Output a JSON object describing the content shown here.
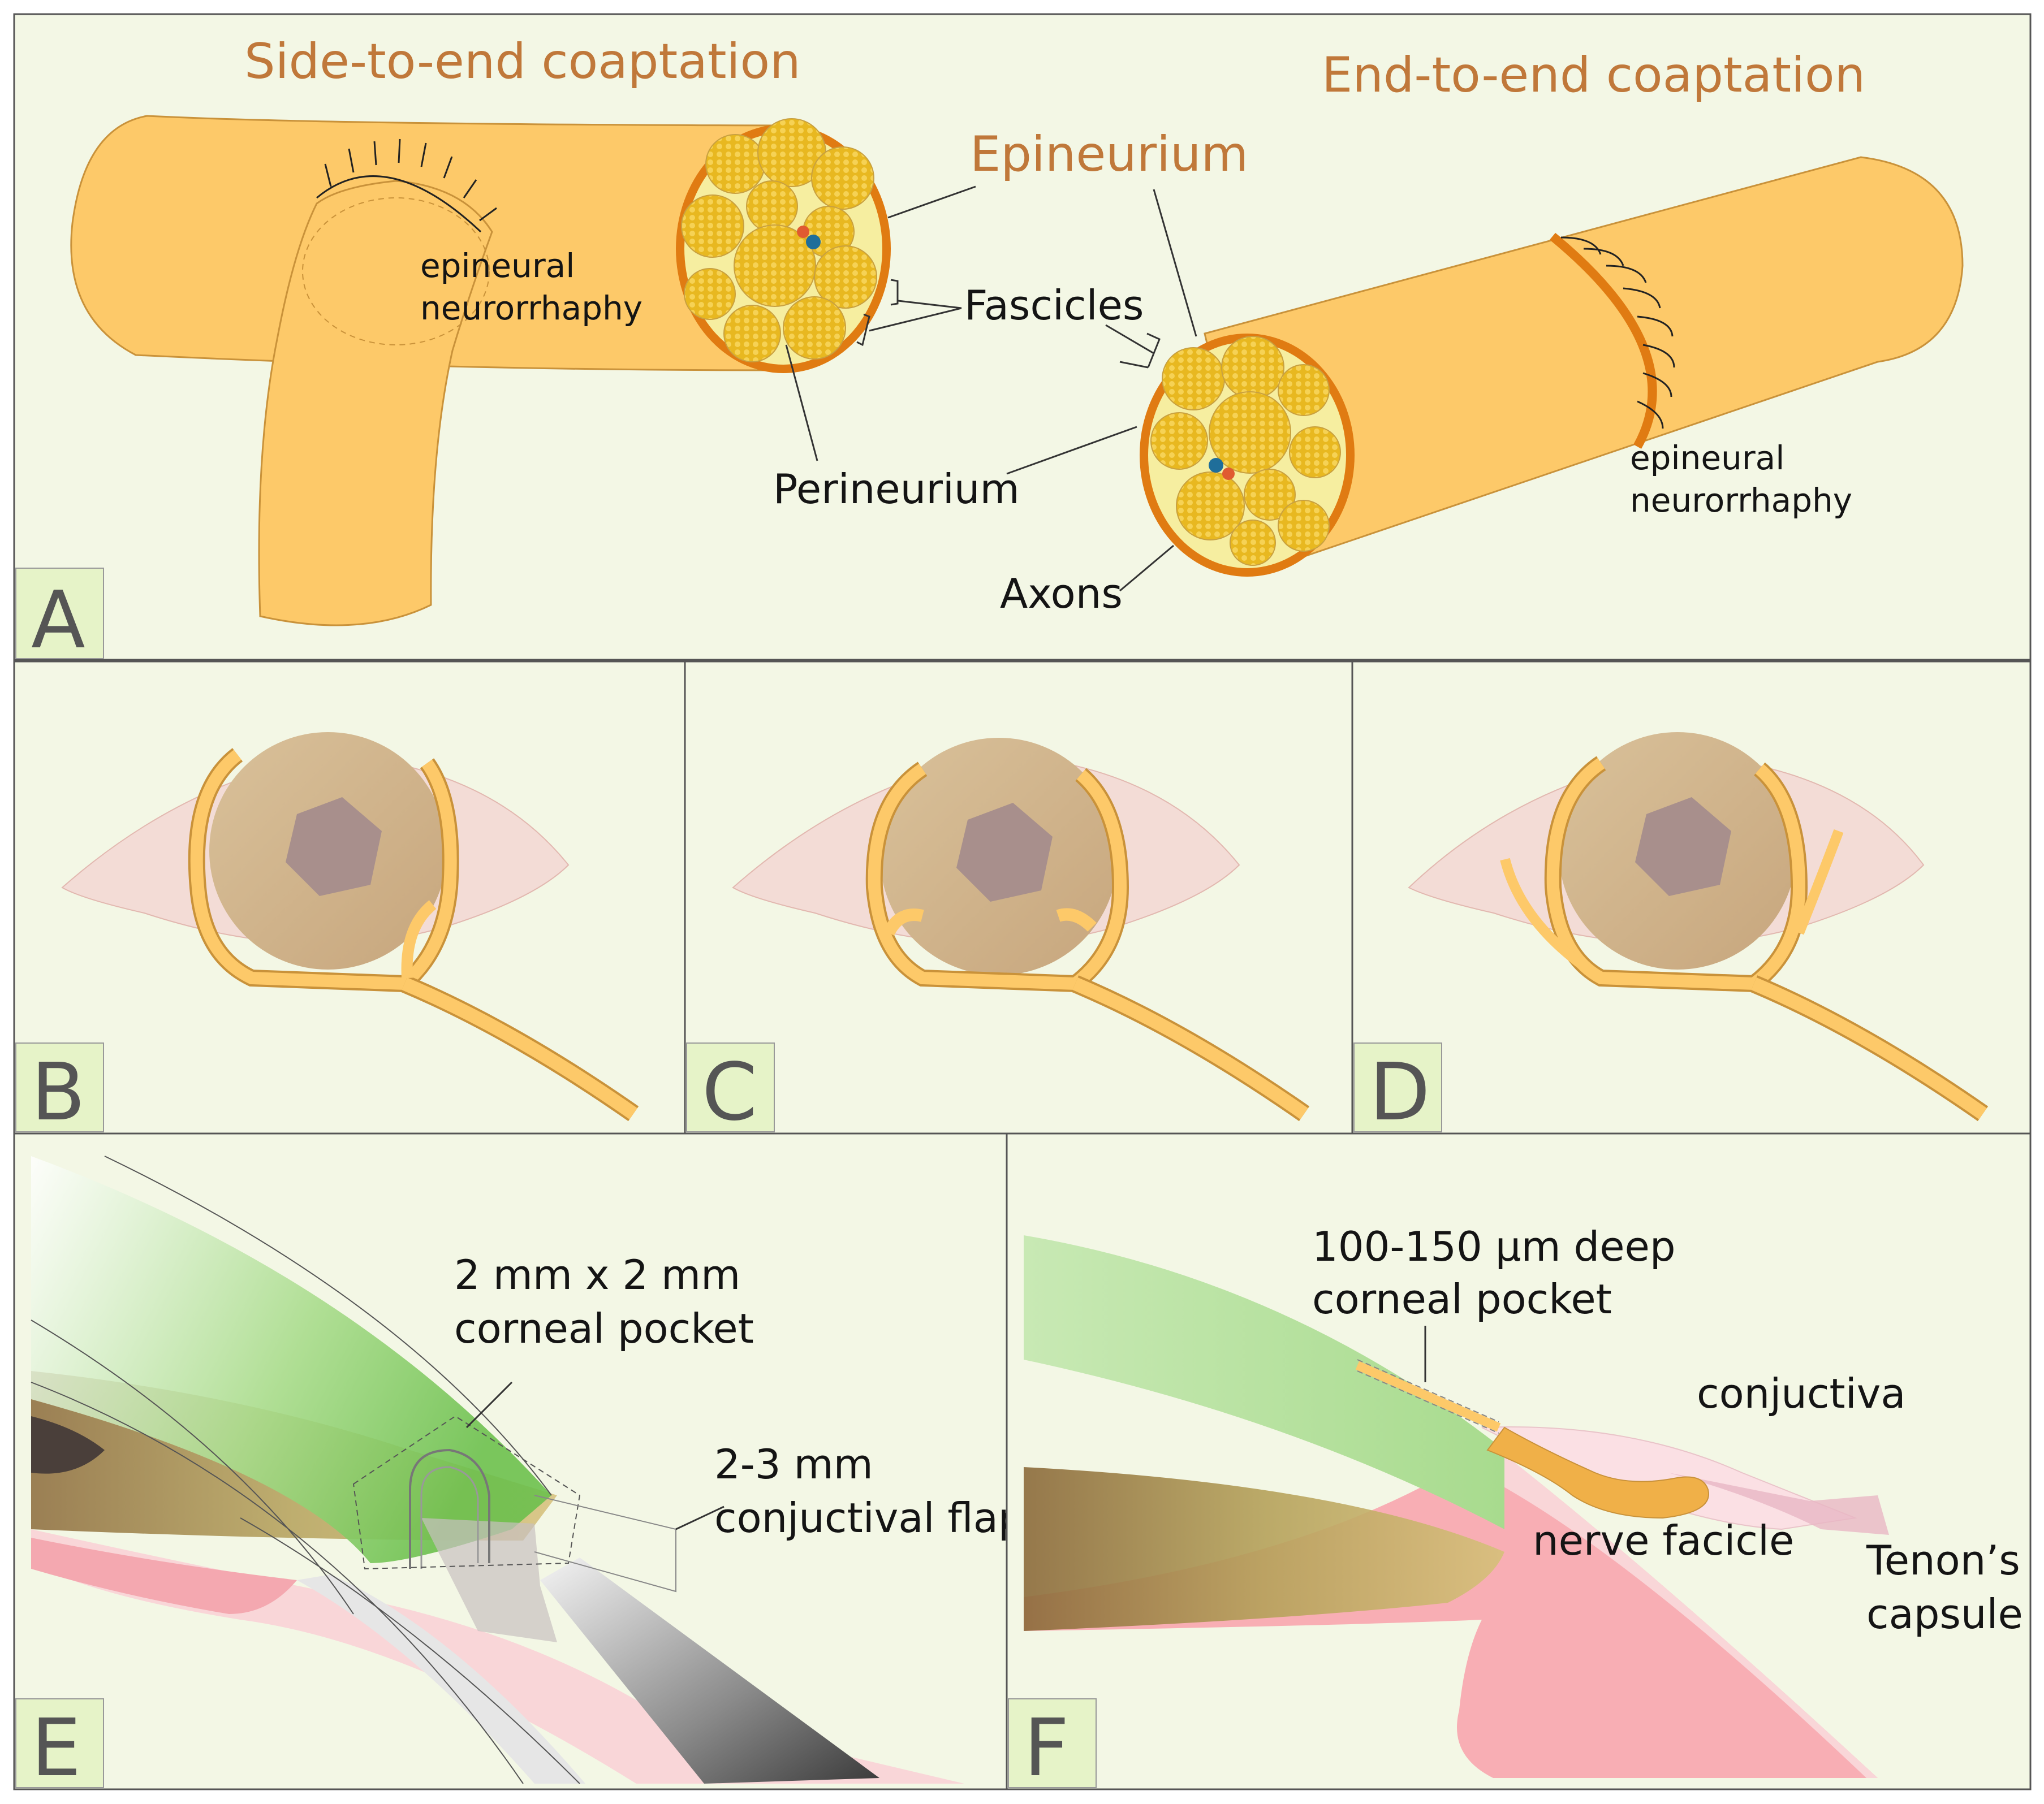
{
  "panels": {
    "A": {
      "letter": "A",
      "title_left": "Side-to-end coaptation",
      "title_right": "End-to-end coaptation",
      "epineurium": "Epineurium",
      "fascicles": "Fascicles",
      "perineurium": "Perineurium",
      "axons": "Axons",
      "epi_left_1": "epineural",
      "epi_left_2": "neurorrhaphy",
      "epi_right_1": "epineural",
      "epi_right_2": "neurorrhaphy"
    },
    "B": {
      "letter": "B"
    },
    "C": {
      "letter": "C"
    },
    "D": {
      "letter": "D"
    },
    "E": {
      "letter": "E",
      "pocket_1": "2 mm x 2 mm",
      "pocket_2": "corneal pocket",
      "flap_1": "2-3 mm",
      "flap_2": "conjuctival flap"
    },
    "F": {
      "letter": "F",
      "pocket_1": "100-150 µm deep",
      "pocket_2": "corneal pocket",
      "conjunctiva": "conjuctiva",
      "nerve": "nerve facicle",
      "tenon_1": "Tenon’s",
      "tenon_2": "capsule"
    }
  },
  "colors": {
    "background": "#f3f7e5",
    "nerve": "#fdc969",
    "nerve_stroke": "#c9923a",
    "epineurium_ring": "#e07b12",
    "title": "#c0783a",
    "label_box": "#e6f3c8",
    "eye_skin": "#f3dcd6",
    "iris": "#cfb48c",
    "pupil": "#a88f8c",
    "cornea_green": "#8fd07a",
    "conjunctiva_pink": "#f9c8cc",
    "sclera_pink": "#f8aeb4"
  }
}
